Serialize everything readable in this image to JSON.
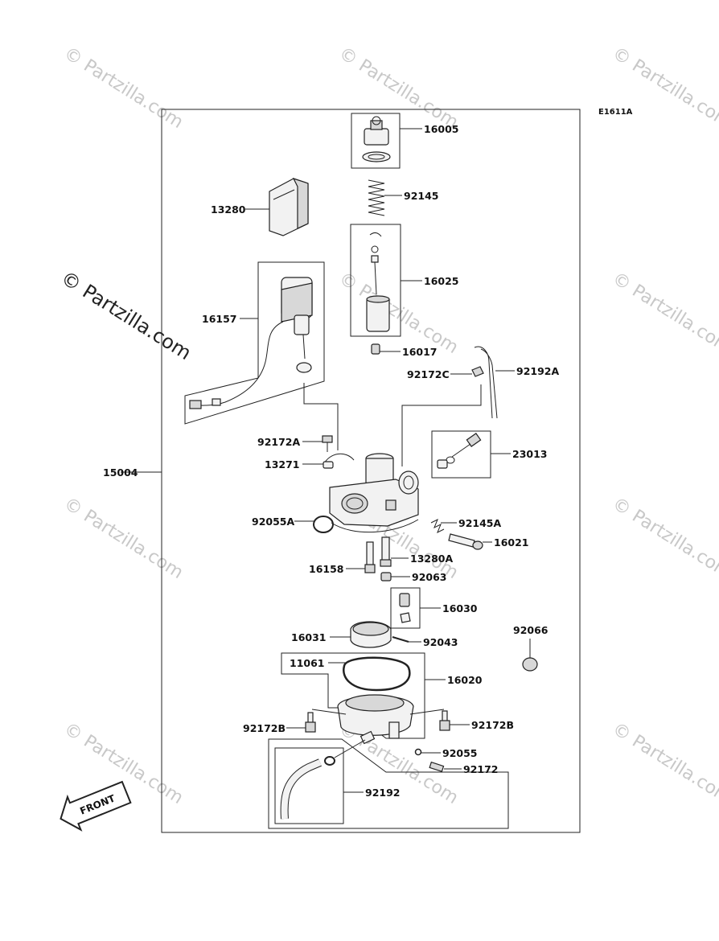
{
  "diagram_code": "E1611A",
  "front_label": "FRONT",
  "watermark": "© Partzilla.com",
  "parts": {
    "p16005": "16005",
    "p92145": "92145",
    "p13280": "13280",
    "p16025": "16025",
    "p16157": "16157",
    "p16017": "16017",
    "p92172C": "92172C",
    "p92192A": "92192A",
    "p23013": "23013",
    "p92172A": "92172A",
    "p13271": "13271",
    "p15004": "15004",
    "p92055A": "92055A",
    "p92145A": "92145A",
    "p16021": "16021",
    "p13280A": "13280A",
    "p16158": "16158",
    "p92063": "92063",
    "p16030": "16030",
    "p92066": "92066",
    "p16031": "16031",
    "p92043": "92043",
    "p11061": "11061",
    "p16020": "16020",
    "p92172B_left": "92172B",
    "p92172B_right": "92172B",
    "p92055": "92055",
    "p92172": "92172",
    "p92192": "92192"
  }
}
